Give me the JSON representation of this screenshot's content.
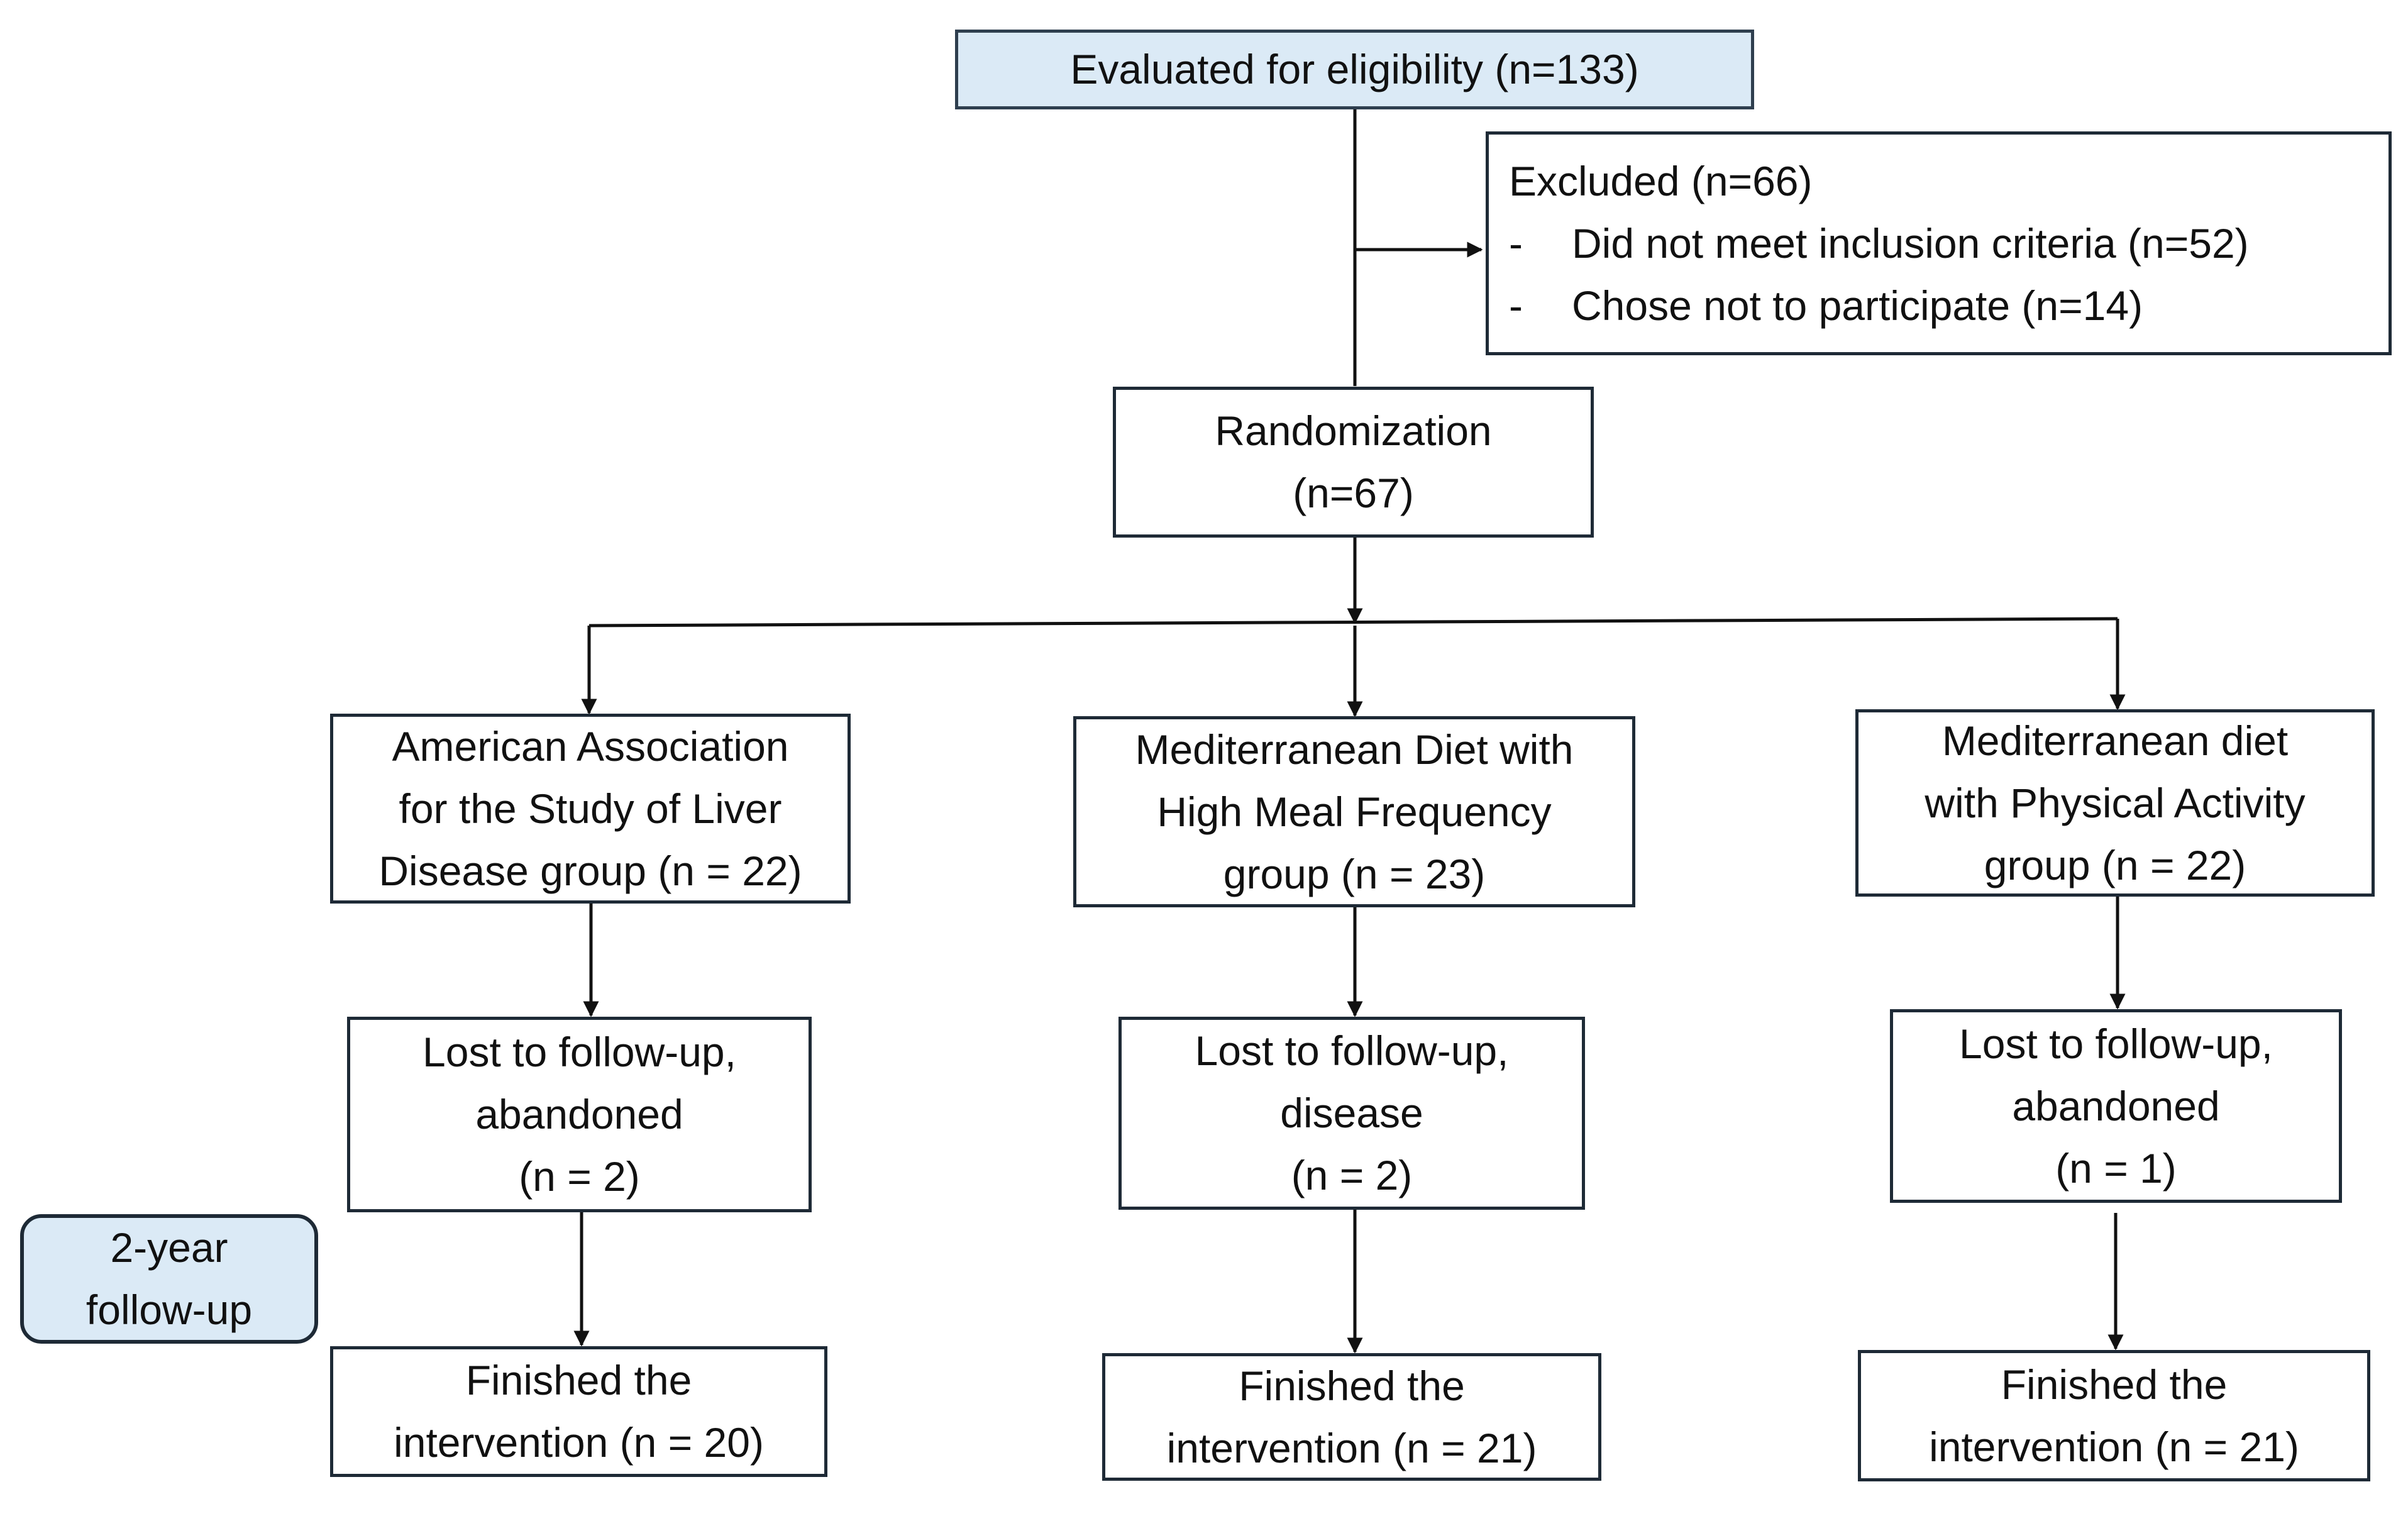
{
  "eligibility": {
    "label": "Evaluated for eligibility (n=133)"
  },
  "excluded": {
    "title": "Excluded (n=66)",
    "items": [
      {
        "dash": "-",
        "text": "Did not meet inclusion criteria (n=52)"
      },
      {
        "dash": "-",
        "text": "Chose not to participate (n=14)"
      }
    ]
  },
  "randomization": {
    "lines": [
      "Randomization",
      "(n=67)"
    ]
  },
  "groups": [
    {
      "name_lines": [
        "American Association",
        "for the Study of Liver",
        "Disease group (n = 22)"
      ],
      "lost_lines": [
        "Lost to follow-up,",
        "abandoned",
        "(n = 2)"
      ],
      "finished_lines": [
        "Finished the",
        "intervention (n = 20)"
      ]
    },
    {
      "name_lines": [
        "Mediterranean Diet with",
        "High Meal Frequency",
        "group (n = 23)"
      ],
      "lost_lines": [
        "Lost to follow-up,",
        "disease",
        "(n = 2)"
      ],
      "finished_lines": [
        "Finished the",
        "intervention (n = 21)"
      ]
    },
    {
      "name_lines": [
        "Mediterranean diet",
        "with Physical Activity",
        "group (n = 22)"
      ],
      "lost_lines": [
        "Lost to follow-up,",
        "abandoned",
        "(n = 1)"
      ],
      "finished_lines": [
        "Finished the",
        "intervention (n = 21)"
      ]
    }
  ],
  "followup": {
    "lines": [
      "2-year",
      "follow-up"
    ]
  },
  "colors": {
    "highlight": "#dbeaf6",
    "border": "#1e2a36",
    "line": "#111111"
  }
}
